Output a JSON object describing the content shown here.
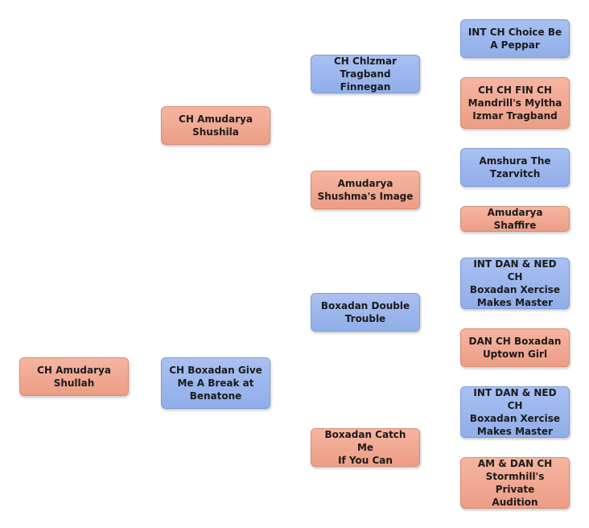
{
  "subject": {
    "name": "CH Amudarya\nShullah",
    "sex": "female"
  },
  "parents": [
    {
      "name": "CH Amudarya\nShushila",
      "sex": "female"
    },
    {
      "name": "CH Boxadan Give\nMe A Break at\nBenatone",
      "sex": "male"
    }
  ],
  "grandparents": [
    {
      "name": "CH Chlzmar\nTragband Finnegan",
      "sex": "male"
    },
    {
      "name": "Amudarya\nShushma's Image",
      "sex": "female"
    },
    {
      "name": "Boxadan Double\nTrouble",
      "sex": "male"
    },
    {
      "name": "Boxadan Catch Me\nIf You Can",
      "sex": "female"
    }
  ],
  "great_grandparents": [
    {
      "name": "INT CH  Choice Be\nA Peppar",
      "sex": "male"
    },
    {
      "name": "CH CH FIN CH\nMandrill's Myltha\nIzmar Tragband",
      "sex": "female"
    },
    {
      "name": "Amshura The\nTzarvitch",
      "sex": "male"
    },
    {
      "name": "Amudarya Shaffire",
      "sex": "female"
    },
    {
      "name": "INT DAN & NED CH\nBoxadan Xercise\nMakes Master",
      "sex": "male"
    },
    {
      "name": "DAN CH Boxadan\nUptown Girl",
      "sex": "female"
    },
    {
      "name": "INT DAN & NED CH\nBoxadan Xercise\nMakes Master",
      "sex": "male"
    },
    {
      "name": "AM & DAN CH\nStormhill's Private\nAudition",
      "sex": "female"
    }
  ],
  "colors": {
    "female": "#f0a58f",
    "male": "#9db6ee"
  }
}
